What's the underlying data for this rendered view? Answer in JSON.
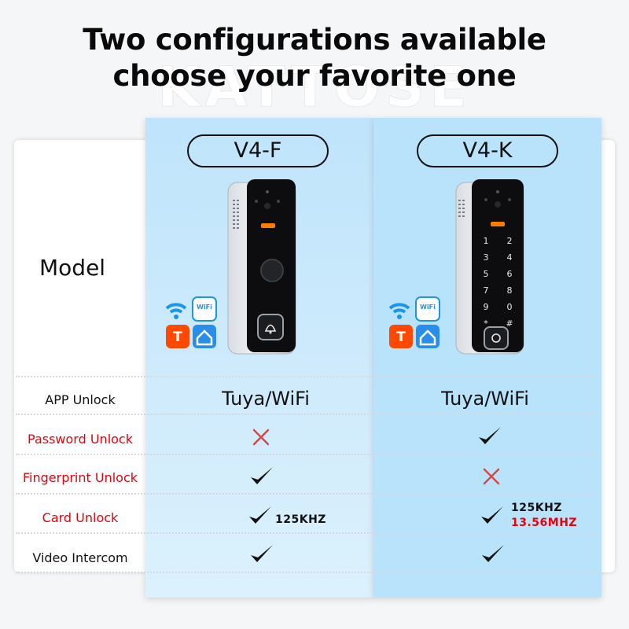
{
  "headline": {
    "line1": "Two configurations available",
    "line2": "choose your favorite one"
  },
  "watermark": "KATTOSE",
  "columns": [
    {
      "model": "V4-F",
      "device_icon": "doorbell-fingerprint-device"
    },
    {
      "model": "V4-K",
      "device_icon": "doorbell-keypad-device"
    }
  ],
  "model_label": "Model",
  "app_icons": [
    "wifi-icon",
    "wifi-badge-icon",
    "tuya-icon",
    "smart-home-icon"
  ],
  "rows": [
    {
      "label": "APP Unlock",
      "label_color": "#111111",
      "f": "Tuya/WiFi",
      "k": "Tuya/WiFi"
    },
    {
      "label": "Password Unlock",
      "label_color": "#e8000b",
      "f": "cross",
      "k": "check"
    },
    {
      "label": "Fingerprint Unlock",
      "label_color": "#e8000b",
      "f": "check",
      "k": "cross"
    },
    {
      "label": "Card Unlock",
      "label_color": "#e8000b",
      "f": "check",
      "k": "check",
      "f_freq": "125KHZ",
      "k_freq": [
        "125KHZ",
        "13.56MHZ"
      ]
    },
    {
      "label": "Video Intercom",
      "label_color": "#111111",
      "f": "check",
      "k": "check"
    }
  ],
  "colors": {
    "accent_red": "#e8000b",
    "col_blue": "#b9e3fb",
    "cross": "#d44a4a"
  }
}
